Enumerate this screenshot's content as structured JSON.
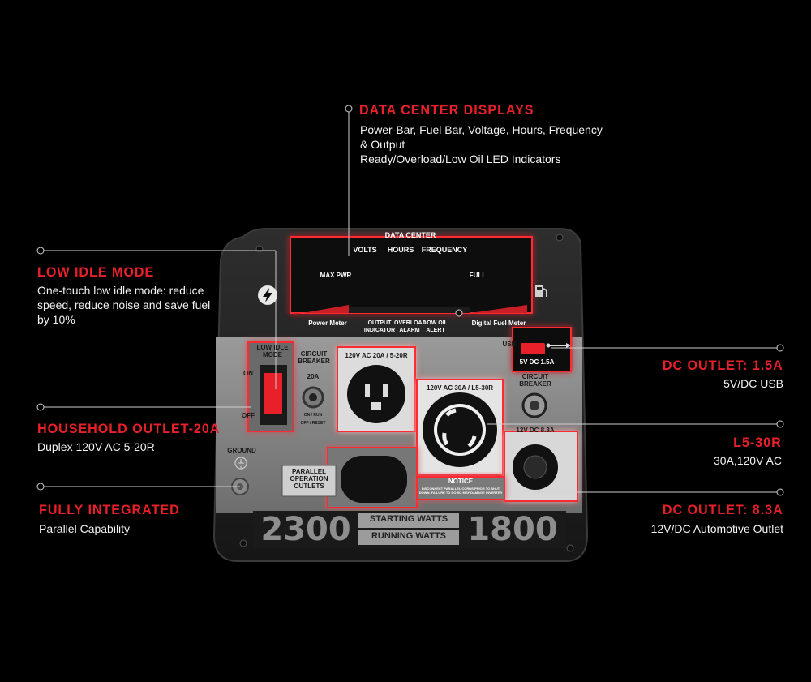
{
  "callouts": {
    "data_center": {
      "title": "DATA CENTER DISPLAYS",
      "lines": [
        "Power-Bar, Fuel Bar, Voltage, Hours, Frequency",
        "& Output",
        "Ready/Overload/Low Oil LED Indicators"
      ]
    },
    "low_idle": {
      "title": "LOW IDLE MODE",
      "lines": [
        "One-touch low idle mode: reduce",
        "speed, reduce noise and save fuel",
        "by 10%"
      ]
    },
    "household": {
      "title": "HOUSEHOLD OUTLET-20A",
      "lines": [
        "Duplex 120V AC 5-20R"
      ]
    },
    "integrated": {
      "title": "FULLY INTEGRATED",
      "lines": [
        "Parallel Capability"
      ]
    },
    "dc_outlet_usb": {
      "title": "DC OUTLET: 1.5A",
      "lines": [
        "5V/DC USB"
      ]
    },
    "l5_30r": {
      "title": "L5-30R",
      "lines": [
        "30A,120V AC"
      ]
    },
    "dc_outlet_auto": {
      "title": "DC OUTLET: 8.3A",
      "lines": [
        "12V/DC Automotive Outlet"
      ]
    }
  },
  "panel": {
    "data_center_title": "DATA CENTER",
    "volts": "VOLTS",
    "hours": "HOURS",
    "frequency": "FREQUENCY",
    "max_pwr": "MAX PWR",
    "full": "FULL",
    "power_meter": "Power Meter",
    "output_indicator": "OUTPUT INDICATOR",
    "overload_alarm": "OVERLOAD ALARM",
    "low_oil_alert": "LOW OIL ALERT",
    "digital_fuel_meter": "Digital Fuel Meter",
    "low_idle_mode": "LOW IDLE MODE",
    "on": "ON",
    "off": "OFF",
    "circuit_breaker": "CIRCUIT BREAKER",
    "breaker_20a": "20A",
    "on_run": "ON / RUN",
    "off_reset": "OFF / RESET",
    "outlet_5_20r": "120V AC 20A / 5-20R",
    "outlet_l5_30r": "120V AC 30A / L5-30R",
    "usb": "USB",
    "usb_rating": "5V DC 1.5A",
    "circuit_breaker_2": "CIRCUIT BREAKER",
    "dc_12v": "12V DC 8.3A",
    "ground": "GROUND",
    "parallel_outlets": "PARALLEL OPERATION OUTLETS",
    "notice": "NOTICE",
    "notice_text": "DISCONNECT PARALLEL CORDS PRIOR TO SHUT DOWN. FAILURE TO DO SO MAY DAMAGE INVERTER",
    "starting_watts_value": "2300",
    "starting_watts": "STARTING WATTS",
    "running_watts": "RUNNING WATTS",
    "running_watts_value": "1800"
  },
  "icons": {
    "bolt": "lightning-bolt-icon",
    "fuel": "fuel-pump-icon",
    "usb": "usb-icon",
    "ground": "ground-symbol-icon"
  },
  "colors": {
    "accent_red": "#e8202a",
    "panel_dark": "#2a2a2a",
    "panel_light": "#8e8e8e"
  }
}
